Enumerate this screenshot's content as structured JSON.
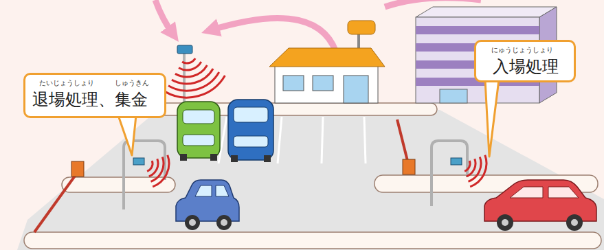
{
  "diagram": {
    "nodes": [
      {
        "text": [
          "たいじょうしょり",
          "しゅうきん",
          "退場処理、集金"
        ]
      },
      {
        "text": [
          "にゅうじょうしょり",
          "入場処理"
        ]
      }
    ]
  }
}
